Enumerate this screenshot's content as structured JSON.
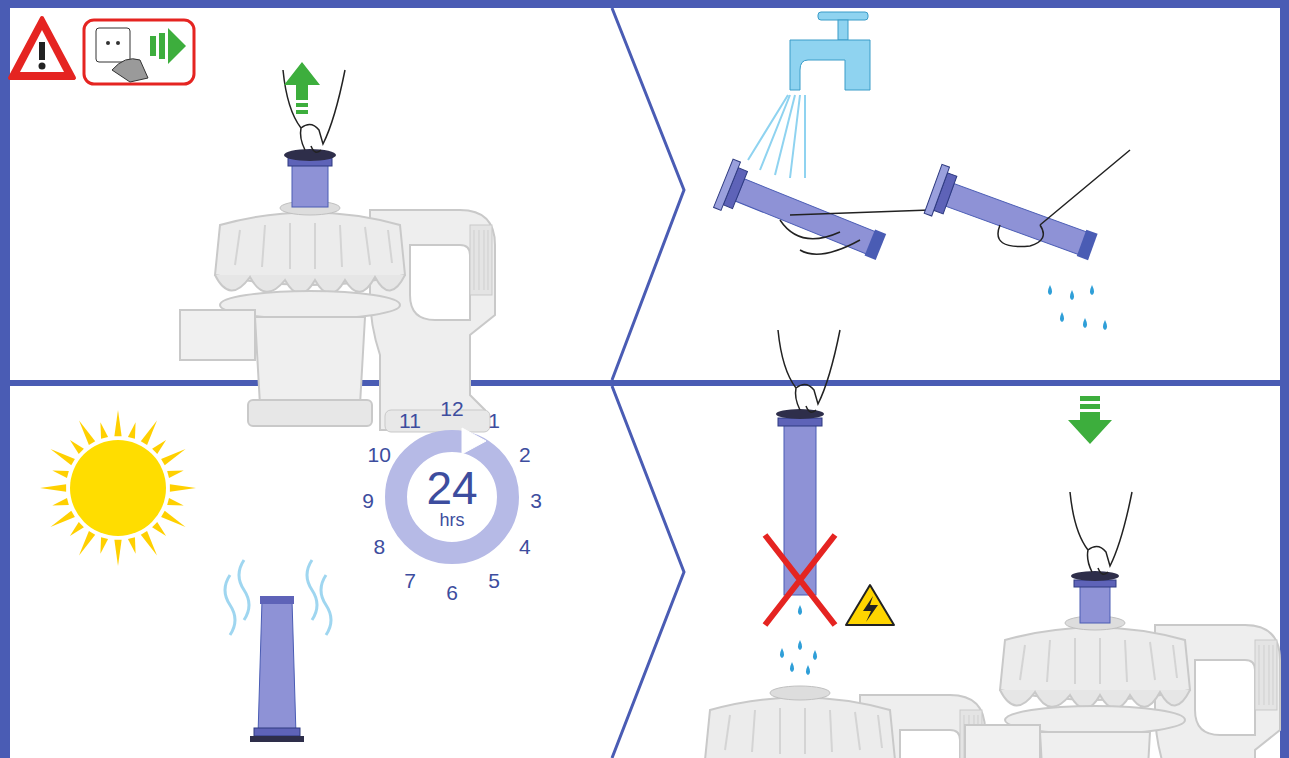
{
  "diagram": {
    "nodes": [
      {
        "text": [
          "24",
          "hrs"
        ]
      }
    ],
    "labels": [
      "11",
      "12",
      "1",
      "2",
      "3",
      "4",
      "5",
      "6",
      "7",
      "8",
      "9",
      "10"
    ]
  }
}
